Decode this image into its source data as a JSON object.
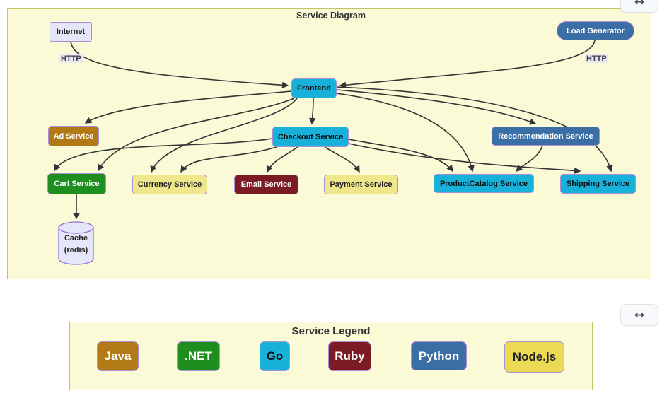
{
  "diagram": {
    "title": "Service Diagram",
    "nodes": [
      {
        "label": "Internet",
        "type": "external",
        "color": "#e6e6fa"
      },
      {
        "label": "Load Generator",
        "type": "external",
        "color": "#3b6ea5"
      },
      {
        "label": "Frontend",
        "color": "#17b1d9"
      },
      {
        "label": "Ad Service",
        "color": "#b27a17"
      },
      {
        "label": "Checkout Service",
        "color": "#17b1d9"
      },
      {
        "label": "Recommendation Service",
        "color": "#3b6ea5"
      },
      {
        "label": "Cart Service",
        "color": "#1e8e1e"
      },
      {
        "label": "Currency Service",
        "color": "#f0e68c"
      },
      {
        "label": "Email Service",
        "color": "#7b1b24"
      },
      {
        "label": "Payment Service",
        "color": "#f0e68c"
      },
      {
        "label": "ProductCatalog Service",
        "color": "#17b1d9"
      },
      {
        "label": "Shipping Service",
        "color": "#17b1d9"
      },
      {
        "label": "Cache",
        "sublabel": "(redis)",
        "type": "database",
        "color": "#e6e6fa"
      }
    ],
    "edge_labels": {
      "internet_http": "HTTP",
      "loadgen_http": "HTTP"
    },
    "edges": [
      {
        "from": "Internet",
        "to": "Frontend",
        "label": "HTTP"
      },
      {
        "from": "Load Generator",
        "to": "Frontend",
        "label": "HTTP"
      },
      {
        "from": "Frontend",
        "to": "Ad Service"
      },
      {
        "from": "Frontend",
        "to": "Checkout Service"
      },
      {
        "from": "Frontend",
        "to": "Recommendation Service"
      },
      {
        "from": "Frontend",
        "to": "Cart Service"
      },
      {
        "from": "Frontend",
        "to": "Currency Service"
      },
      {
        "from": "Frontend",
        "to": "ProductCatalog Service"
      },
      {
        "from": "Frontend",
        "to": "Shipping Service"
      },
      {
        "from": "Checkout Service",
        "to": "Cart Service"
      },
      {
        "from": "Checkout Service",
        "to": "Currency Service"
      },
      {
        "from": "Checkout Service",
        "to": "Email Service"
      },
      {
        "from": "Checkout Service",
        "to": "Payment Service"
      },
      {
        "from": "Checkout Service",
        "to": "ProductCatalog Service"
      },
      {
        "from": "Checkout Service",
        "to": "Shipping Service"
      },
      {
        "from": "Recommendation Service",
        "to": "ProductCatalog Service"
      },
      {
        "from": "Cart Service",
        "to": "Cache (redis)"
      }
    ]
  },
  "legend": {
    "title": "Service Legend",
    "items": [
      {
        "label": "Java",
        "color": "#b27a17"
      },
      {
        "label": ".NET",
        "color": "#1e8e1e"
      },
      {
        "label": "Go",
        "color": "#17b1d9"
      },
      {
        "label": "Ruby",
        "color": "#7b1b24"
      },
      {
        "label": "Python",
        "color": "#3b6ea5"
      },
      {
        "label": "Node.js",
        "color": "#ecd954"
      }
    ]
  },
  "icons": {
    "resize": "↔"
  },
  "colors": {
    "panel_background": "#fafad6",
    "panel_border": "#c3c36a",
    "edge_stroke": "#343434",
    "node_border": "#a98fd6"
  }
}
